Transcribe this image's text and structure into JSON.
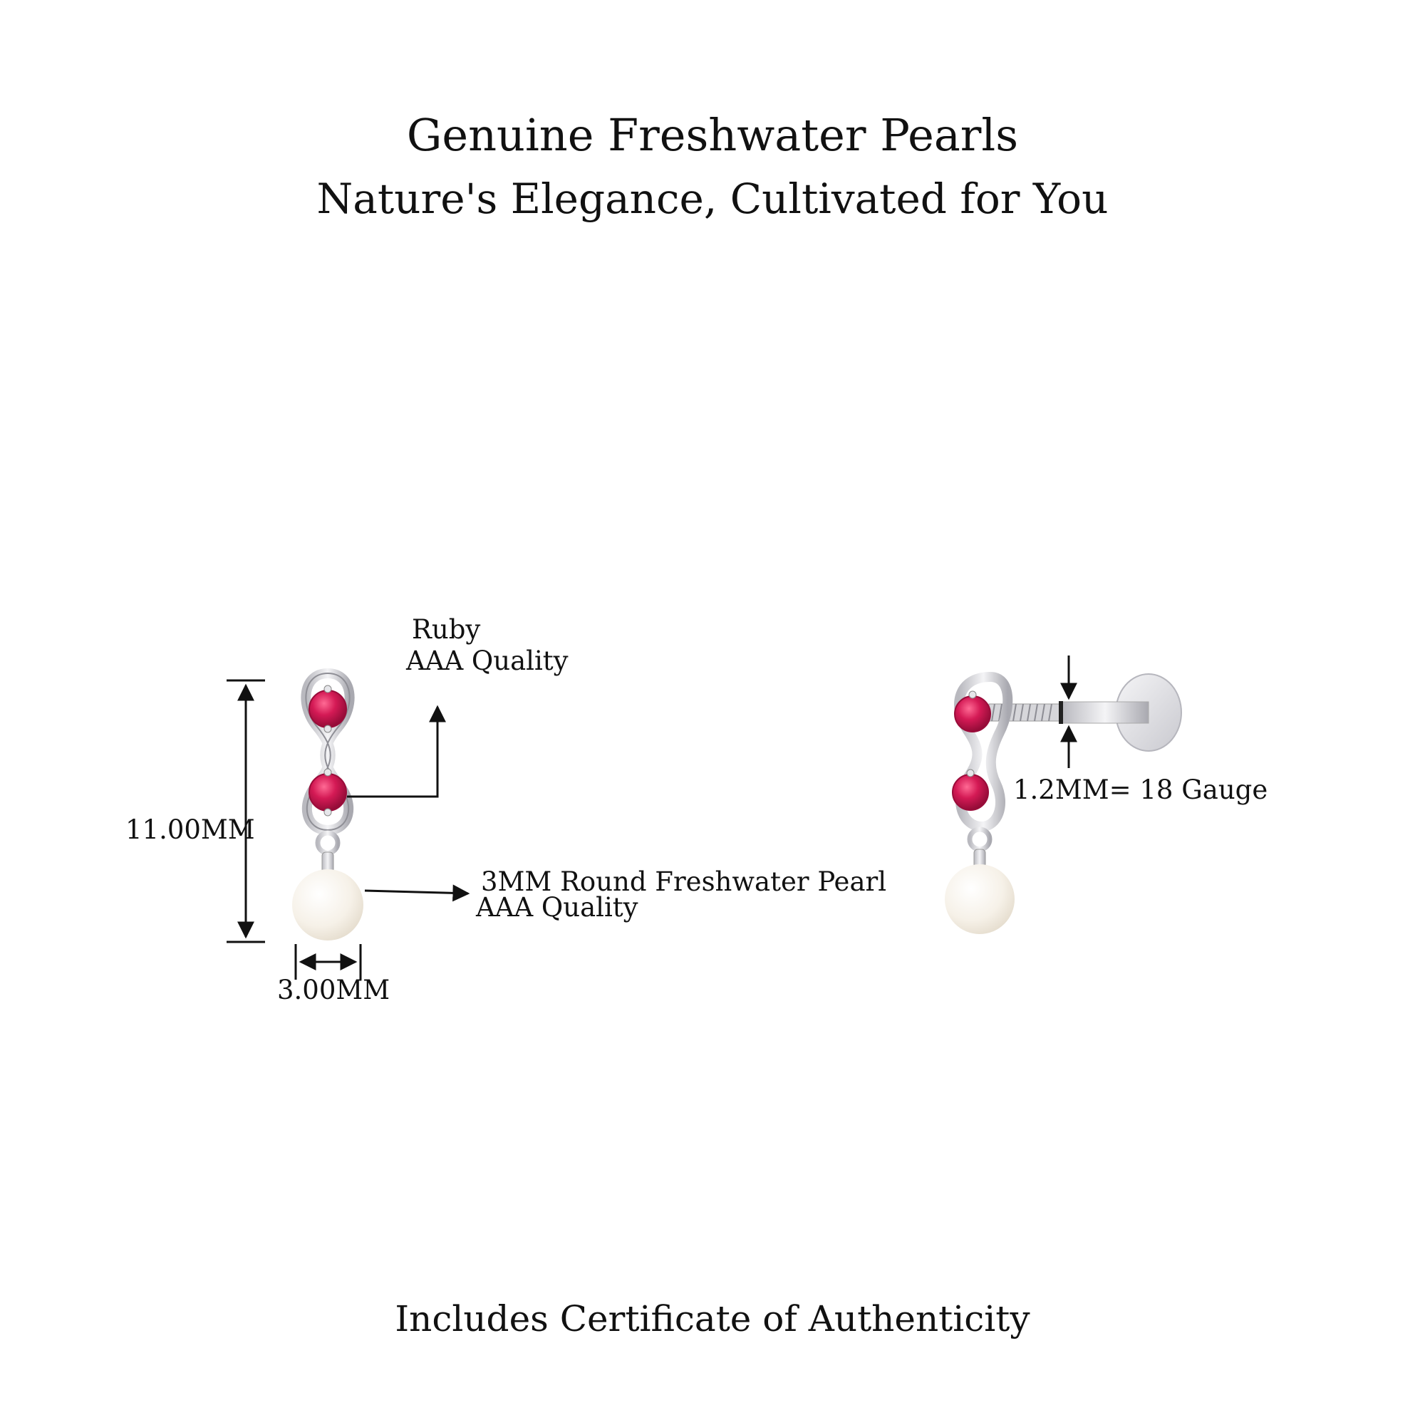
{
  "header": {
    "title": "Genuine Freshwater Pearls",
    "subtitle": "Nature's Elegance, Cultivated for You"
  },
  "annotations": {
    "ruby_name": "Ruby",
    "ruby_quality": "AAA Quality",
    "pearl_name": "3MM Round Freshwater Pearl",
    "pearl_quality": "AAA Quality",
    "height": "11.00MM",
    "width": "3.00MM",
    "gauge": "1.2MM=  18 Gauge"
  },
  "footer": {
    "text": "Includes Certificate of Authenticity"
  },
  "colors": {
    "ruby": "#c8154d",
    "metal": "#d9d9dd",
    "pearl": "#f7f2ea",
    "ink": "#111111"
  }
}
